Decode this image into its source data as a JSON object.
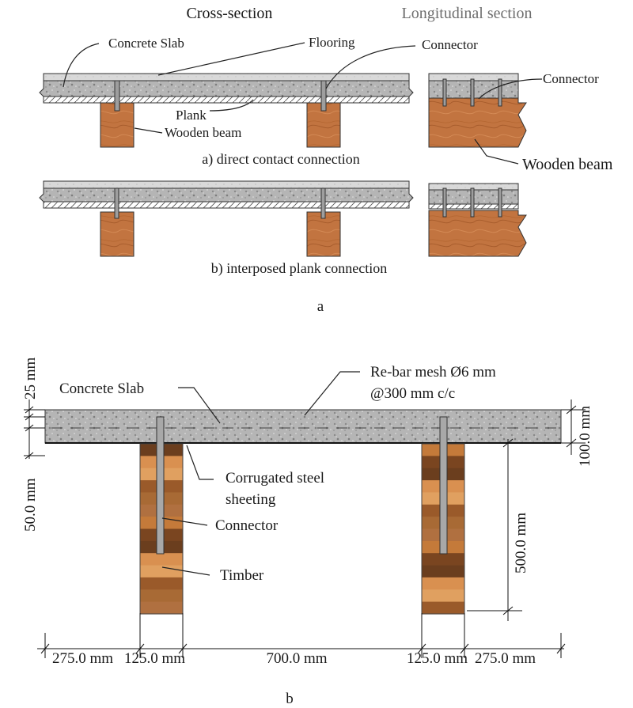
{
  "panel_a": {
    "header_cross": "Cross-section",
    "header_longitudinal": "Longitudinal section",
    "label_concrete_slab": "Concrete Slab",
    "label_flooring": "Flooring",
    "label_connector": "Connector",
    "label_connector_long": "Connector",
    "label_plank": "Plank",
    "label_wooden_beam": "Wooden beam",
    "label_wooden_beam_long": "Wooden beam",
    "caption_direct": "a) direct contact connection",
    "caption_plank": "b) interposed  plank  connection",
    "figure_letter": "a"
  },
  "panel_b": {
    "label_concrete_slab": "Concrete Slab",
    "label_rebar_line1": "Re-bar mesh Ø6 mm",
    "label_rebar_line2": "@300 mm c/c",
    "label_corrugated_line1": "Corrugated steel",
    "label_corrugated_line2": "sheeting",
    "label_connector": "Connector",
    "label_timber": "Timber",
    "dim_25": "25 mm",
    "dim_50": "50.0 mm",
    "dim_100": "100.0 mm",
    "dim_500": "500.0 mm",
    "dim_275_left": "275.0 mm",
    "dim_125_left": "125.0 mm",
    "dim_700": "700.0 mm",
    "dim_125_right": "125.0 mm",
    "dim_275_right": "275.0 mm",
    "figure_letter": "b"
  },
  "colors": {
    "concrete": "#b9b9b9",
    "flooring": "#d8d8d8",
    "wood": "#c8773f",
    "wood_dark": "#8a4a22",
    "timber_layers": [
      "#6b3e1e",
      "#9a5a2a",
      "#c47a3a",
      "#d99050",
      "#a86a35",
      "#7a4520",
      "#e0a060",
      "#b07040"
    ]
  }
}
